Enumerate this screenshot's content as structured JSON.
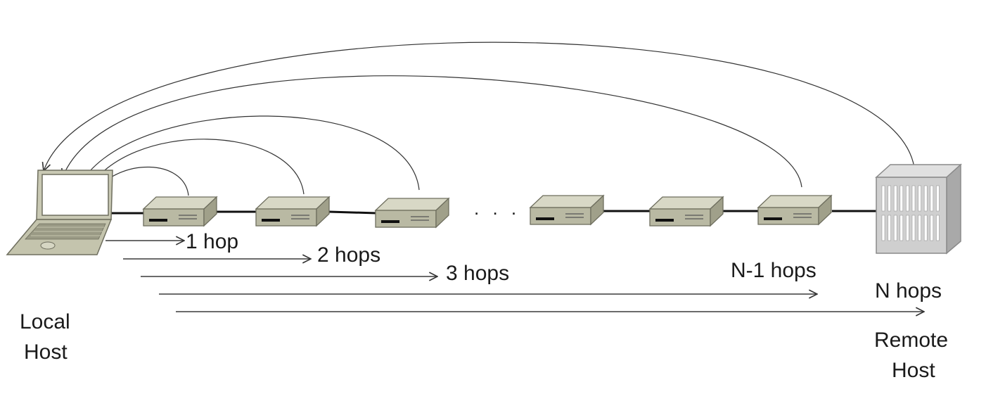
{
  "labels": {
    "local_host": [
      "Local",
      "Host"
    ],
    "remote_host": [
      "Remote",
      "Host"
    ],
    "ellipsis": ". . ."
  },
  "hops": [
    {
      "label": "1 hop"
    },
    {
      "label": "2 hops"
    },
    {
      "label": "3 hops"
    },
    {
      "label": "N-1 hops"
    },
    {
      "label": "N hops"
    }
  ],
  "devices": {
    "local": "laptop-icon",
    "routers": [
      "router-icon",
      "router-icon",
      "router-icon",
      "router-icon",
      "router-icon",
      "router-icon"
    ],
    "remote": "server-icon"
  },
  "colors": {
    "device_top": "#d8d8c6",
    "device_front": "#b9b9a3",
    "device_side": "#a0a08a",
    "device_edge": "#6e6e5e",
    "server_body": "#c9c9c9",
    "line": "#111111"
  }
}
